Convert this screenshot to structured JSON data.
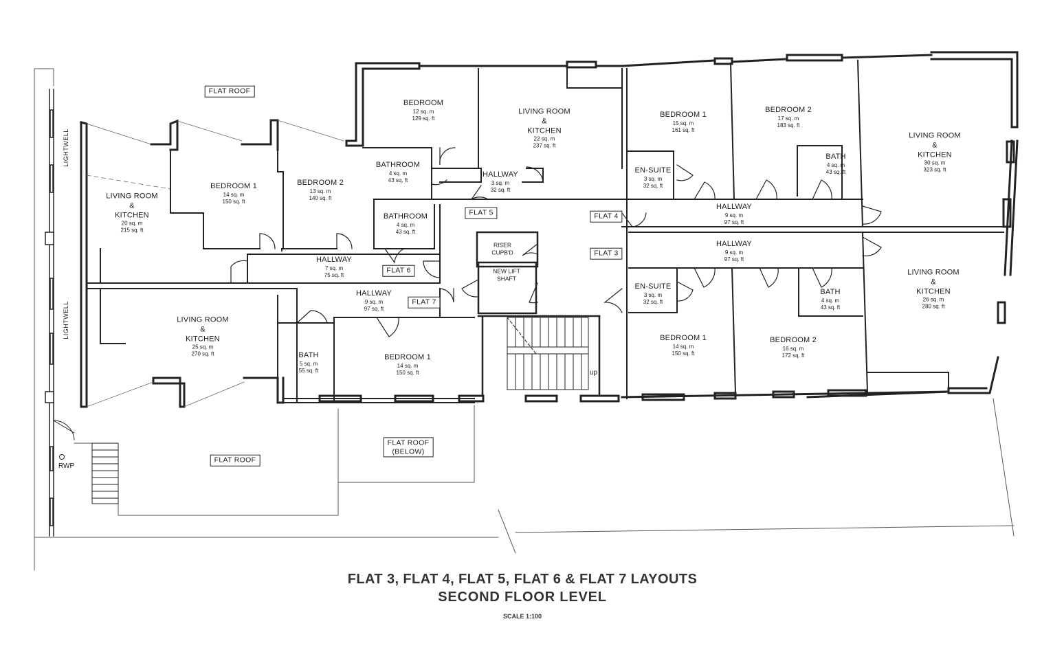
{
  "title": {
    "main": "FLAT 3, FLAT 4, FLAT 5, FLAT 6 & FLAT 7 LAYOUTS",
    "sub": "SECOND FLOOR LEVEL",
    "scale": "SCALE 1:100"
  },
  "flat_tags": {
    "flat3": "FLAT 3",
    "flat4": "FLAT 4",
    "flat5": "FLAT 5",
    "flat6": "FLAT 6",
    "flat7": "FLAT 7"
  },
  "roofs": {
    "top": "FLAT ROOF",
    "bottom_left": "FLAT ROOF",
    "below_1": "FLAT ROOF",
    "below_2": "(BELOW)"
  },
  "misc": {
    "lightwell_top": "LIGHTWELL",
    "lightwell_bottom": "LIGHTWELL",
    "rwp": "RWP",
    "up": "up",
    "riser_1": "RISER",
    "riser_2": "CUPB'D",
    "lift_1": "NEW LIFT",
    "lift_2": "SHAFT"
  },
  "rooms": {
    "f6_living": {
      "l1": "LIVING ROOM",
      "l2": "&",
      "l3": "KITCHEN",
      "sqm": "20 sq. m",
      "sqft": "215 sq. ft"
    },
    "f6_bed1": {
      "l1": "BEDROOM 1",
      "sqm": "14 sq. m",
      "sqft": "150 sq. ft"
    },
    "f6_bed2": {
      "l1": "BEDROOM 2",
      "sqm": "13 sq. m",
      "sqft": "140 sq. ft"
    },
    "f6_hall": {
      "l1": "HALLWAY",
      "sqm": "7 sq. m",
      "sqft": "75 sq. ft"
    },
    "f6_bath": {
      "l1": "BATHROOM",
      "sqm": "4 sq. m",
      "sqft": "43 sq. ft"
    },
    "f5_bed": {
      "l1": "BEDROOM",
      "sqm": "12 sq. m",
      "sqft": "129 sq. ft"
    },
    "f5_bath": {
      "l1": "BATHROOM",
      "sqm": "4 sq. m",
      "sqft": "43 sq. ft"
    },
    "f5_living": {
      "l1": "LIVING ROOM",
      "l2": "&",
      "l3": "KITCHEN",
      "sqm": "22 sq. m",
      "sqft": "237 sq. ft"
    },
    "f5_hall": {
      "l1": "HALLWAY",
      "sqm": "3 sq. m",
      "sqft": "32 sq. ft"
    },
    "f7_living": {
      "l1": "LIVING ROOM",
      "l2": "&",
      "l3": "KITCHEN",
      "sqm": "25 sq. m",
      "sqft": "270 sq. ft"
    },
    "f7_hall": {
      "l1": "HALLWAY",
      "sqm": "9 sq. m",
      "sqft": "97 sq. ft"
    },
    "f7_bath": {
      "l1": "BATH",
      "sqm": "5 sq. m",
      "sqft": "55 sq. ft"
    },
    "f7_bed1": {
      "l1": "BEDROOM 1",
      "sqm": "14 sq. m",
      "sqft": "150 sq. ft"
    },
    "f4_bed1": {
      "l1": "BEDROOM 1",
      "sqm": "15 sq. m",
      "sqft": "161 sq. ft"
    },
    "f4_bed2": {
      "l1": "BEDROOM 2",
      "sqm": "17 sq. m",
      "sqft": "183 sq. ft"
    },
    "f4_ensuite": {
      "l1": "EN-SUITE",
      "sqm": "3 sq. m",
      "sqft": "32 sq. ft"
    },
    "f4_bath": {
      "l1": "BATH",
      "sqm": "4 sq. m",
      "sqft": "43 sq. ft"
    },
    "f4_living": {
      "l1": "LIVING ROOM",
      "l2": "&",
      "l3": "KITCHEN",
      "sqm": "30 sq. m",
      "sqft": "323 sq. ft"
    },
    "f4_hall": {
      "l1": "HALLWAY",
      "sqm": "9 sq. m",
      "sqft": "97 sq. ft"
    },
    "f3_hall": {
      "l1": "HALLWAY",
      "sqm": "9 sq. m",
      "sqft": "97 sq. ft"
    },
    "f3_ensuite": {
      "l1": "EN-SUITE",
      "sqm": "3 sq. m",
      "sqft": "32 sq. ft"
    },
    "f3_bed1": {
      "l1": "BEDROOM 1",
      "sqm": "14 sq. m",
      "sqft": "150 sq. ft"
    },
    "f3_bed2": {
      "l1": "BEDROOM 2",
      "sqm": "16 sq. m",
      "sqft": "172 sq. ft"
    },
    "f3_bath": {
      "l1": "BATH",
      "sqm": "4 sq. m",
      "sqft": "43 sq. ft"
    },
    "f3_living": {
      "l1": "LIVING ROOM",
      "l2": "&",
      "l3": "KITCHEN",
      "sqm": "26 sq. m",
      "sqft": "280 sq. ft"
    }
  }
}
